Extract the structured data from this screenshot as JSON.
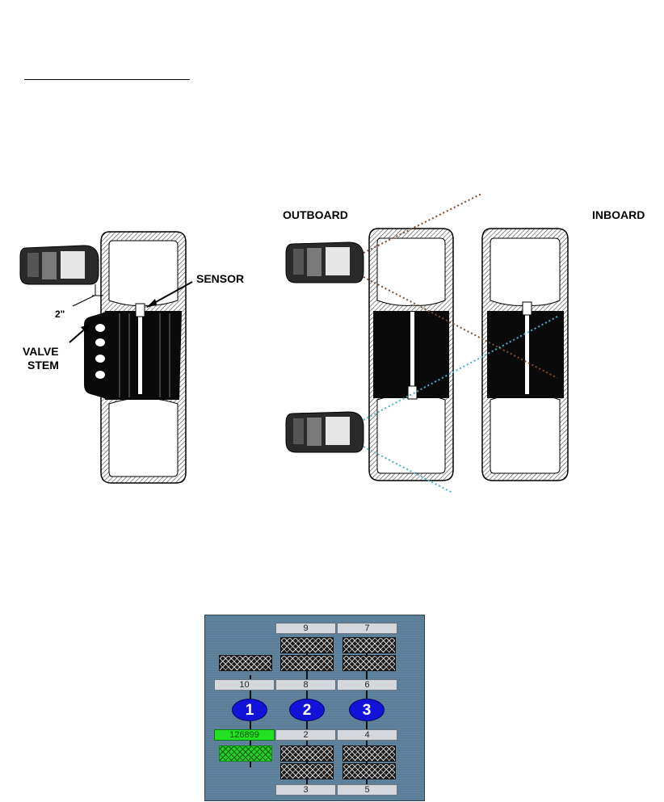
{
  "diagram": {
    "outboard_label": "OUTBOARD",
    "inboard_label": "INBOARD",
    "sensor_label": "SENSOR",
    "distance_label": "2\"",
    "valve_stem_line1": "VALVE",
    "valve_stem_line2": "STEM"
  },
  "panel": {
    "positions": {
      "p9": "9",
      "p7": "7",
      "p10": "10",
      "p8": "8",
      "p6": "6",
      "p126899": "126899",
      "p2": "2",
      "p4": "4",
      "p3": "3",
      "p5": "5"
    },
    "axles": [
      "1",
      "2",
      "3"
    ],
    "active_color": "#22e022",
    "axle_color": "#1212d8"
  }
}
